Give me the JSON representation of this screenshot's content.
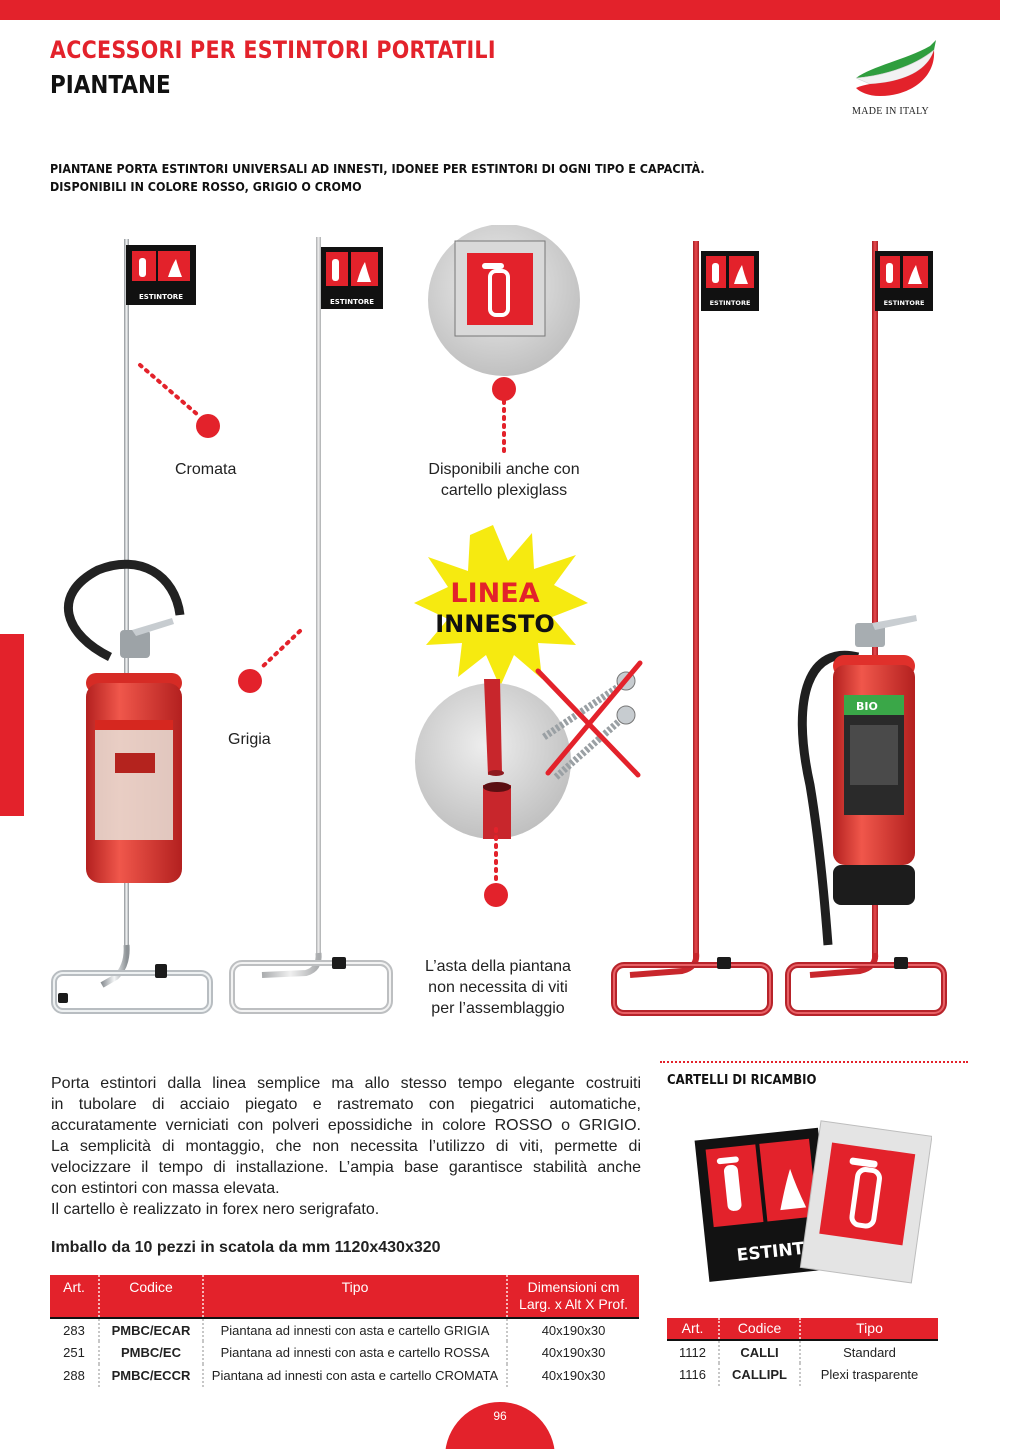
{
  "header": {
    "title": "ACCESSORI PER ESTINTORI PORTATILI",
    "subtitle": "PIANTANE",
    "badge_text": "MADE IN ITALY"
  },
  "intro": {
    "line1": "PIANTANE PORTA ESTINTORI UNIVERSALI AD INNESTI, IDONEE PER ESTINTORI DI OGNI  TIPO E CAPACITÀ.",
    "line2": "DISPONIBILI IN COLORE ROSSO, GRIGIO O CROMO"
  },
  "products": {
    "sign_text": "ESTINTORE",
    "label_cromata": "Cromata",
    "label_grigia": "Grigia",
    "label_plexi_1": "Disponibili anche con",
    "label_plexi_2": "cartello plexiglass",
    "label_asta_1": "L’asta della piantana",
    "label_asta_2": "non necessita di viti",
    "label_asta_3": "per l’assemblaggio",
    "burst_line1": "LINEA",
    "burst_line2": "INNESTO",
    "bio_label": "BIO"
  },
  "description": {
    "p1_l1": "Porta estintori dalla linea semplice ma allo stesso tempo elegante costruiti",
    "p1_l2": "in tubolare di acciaio piegato e rastremato con piegatrici automatiche,",
    "p1_l3": "accuratamente verniciati con polveri epossidiche in colore ROSSO o GRIGIO.",
    "p1_l4": "La semplicità di montaggio, che non necessita l’utilizzo di viti, permette di",
    "p1_l5": "velocizzare il tempo di installazione. L’ampia base garantisce stabilità anche",
    "p1_l6": "con estintori con massa elevata.",
    "p2": "Il cartello è realizzato in forex nero serigrafato.",
    "packaging": "Imballo da 10 pezzi in scatola da mm 1120x430x320"
  },
  "main_table": {
    "headers": [
      "Art.",
      "Codice",
      "Tipo",
      "Dimensioni cm",
      "Larg. x Alt  X Prof."
    ],
    "rows": [
      {
        "art": "283",
        "codice": "PMBC/ECAR",
        "tipo": "Piantana ad innesti con asta e cartello GRIGIA",
        "dim": "40x190x30"
      },
      {
        "art": "251",
        "codice": "PMBC/EC",
        "tipo": "Piantana ad innesti con asta e cartello ROSSA",
        "dim": "40x190x30"
      },
      {
        "art": "288",
        "codice": "PMBC/ECCR",
        "tipo": "Piantana ad innesti con asta e cartello CROMATA",
        "dim": "40x190x30"
      }
    ]
  },
  "spare_signs": {
    "title": "CARTELLI DI RICAMBIO",
    "sign_text": "ESTINTO",
    "headers": [
      "Art.",
      "Codice",
      "Tipo"
    ],
    "rows": [
      {
        "art": "1112",
        "codice": "CALLI",
        "tipo": "Standard"
      },
      {
        "art": "1116",
        "codice": "CALLIPL",
        "tipo": "Plexi trasparente"
      }
    ]
  },
  "footer": {
    "page_number": "96"
  },
  "colors": {
    "brand_red": "#e3222b",
    "burst_yellow": "#f6ea10",
    "stand_red": "#c8262c",
    "chrome": "#cfd3d6",
    "grey_stand": "#d9dadb"
  }
}
